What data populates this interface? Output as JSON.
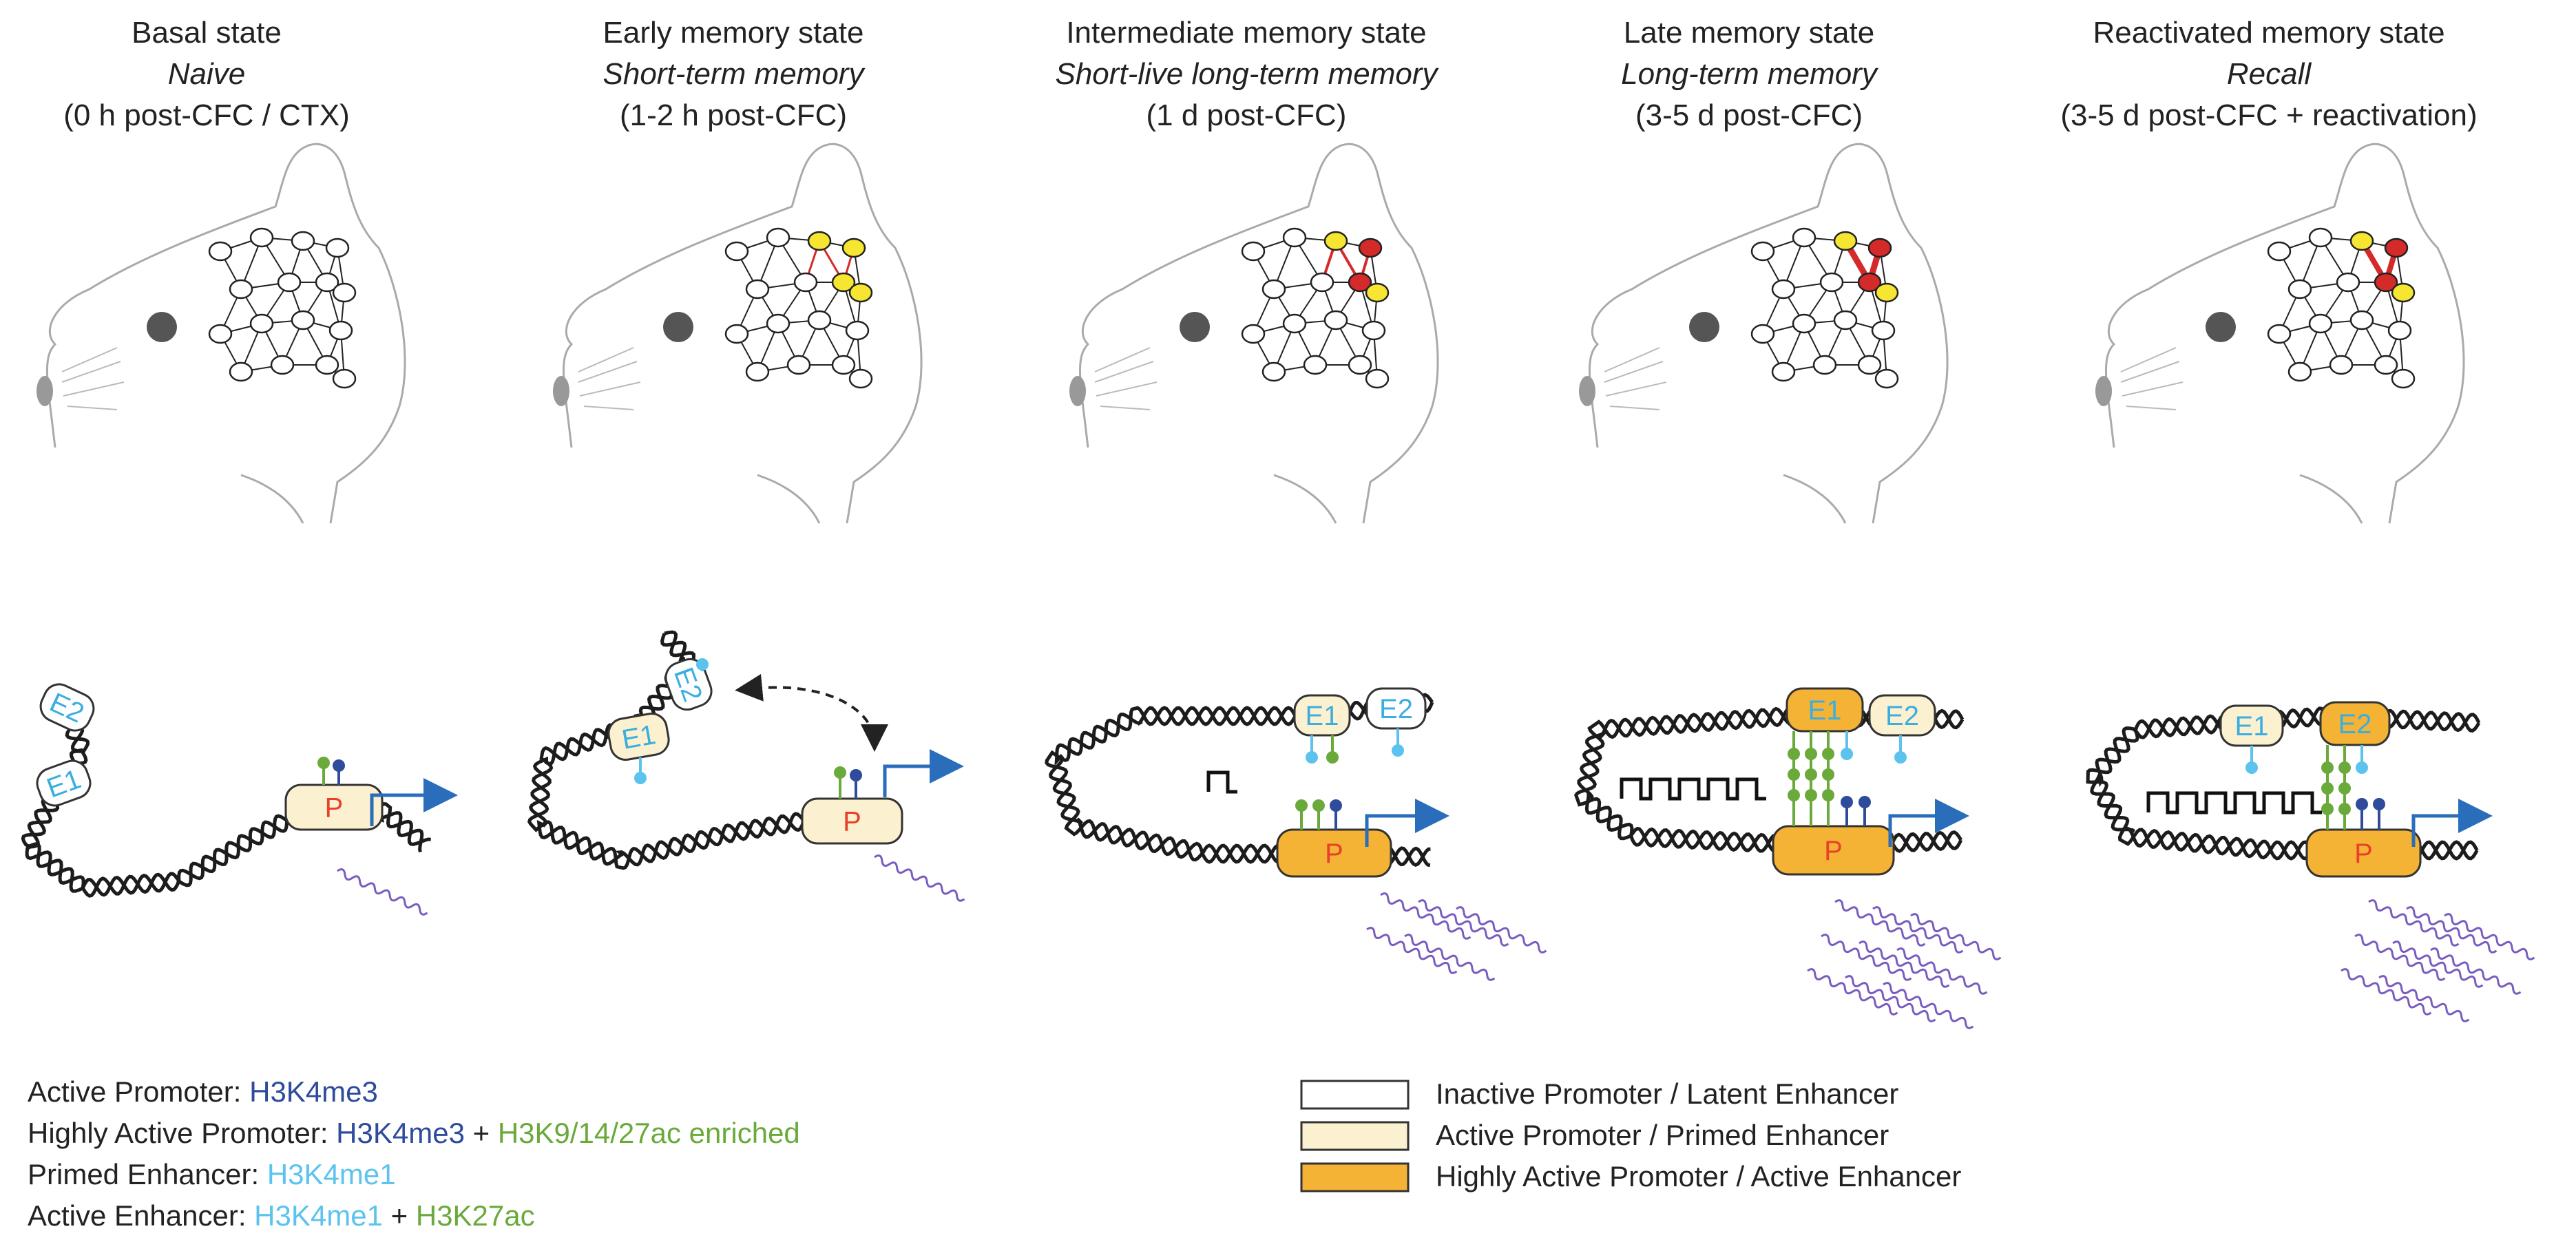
{
  "panels": [
    {
      "title": "Basal state",
      "subtitle": "Naive",
      "time": "(0 h post-CFC / CTX)"
    },
    {
      "title": "Early memory state",
      "subtitle": "Short-term memory",
      "time": "(1-2 h post-CFC)"
    },
    {
      "title": "Intermediate memory state",
      "subtitle": "Short-live long-term memory",
      "time": "(1 d post-CFC)"
    },
    {
      "title": "Late memory state",
      "subtitle": "Long-term memory",
      "time": "(3-5 d post-CFC)"
    },
    {
      "title": "Reactivated memory state",
      "subtitle": "Recall",
      "time": "(3-5 d post-CFC + reactivation)"
    }
  ],
  "labels": {
    "promoter": "P",
    "enhancer1": "E1",
    "enhancer2": "E2"
  },
  "legend_left": {
    "active_promoter": {
      "label": "Active Promoter: ",
      "mark1": "H3K4me3"
    },
    "highly_active_promoter": {
      "label": "Highly Active Promoter: ",
      "mark1": "H3K4me3",
      "plus": " + ",
      "mark2": "H3K9/14/27ac enriched"
    },
    "primed_enhancer": {
      "label": "Primed Enhancer: ",
      "mark1": "H3K4me1"
    },
    "active_enhancer": {
      "label": "Active Enhancer: ",
      "mark1": "H3K4me1",
      "plus": " + ",
      "mark2": "H3K27ac"
    }
  },
  "legend_right": [
    {
      "label": "Inactive Promoter / Latent Enhancer",
      "color": "#ffffff"
    },
    {
      "label": "Active Promoter / Primed Enhancer",
      "color": "#fbf0cf"
    },
    {
      "label": "Highly Active Promoter / Active Enhancer",
      "color": "#f5b335"
    }
  ],
  "colors": {
    "h3k4me3": "#2e4b9c",
    "h3k4me1": "#5bc3ee",
    "acetylation": "#6aaa3a",
    "neuron_yellow": "#f6e632",
    "neuron_red": "#d42a2a",
    "promoter_text": "#e8402a",
    "enhancer_text": "#3aaee0",
    "arrow_blue": "#2a6ebb",
    "rna_purple": "#7a5cc0"
  }
}
